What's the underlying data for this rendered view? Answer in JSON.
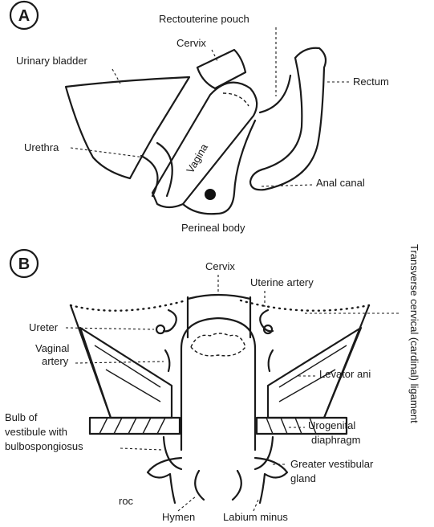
{
  "panel_a": {
    "letter": "A",
    "labels": {
      "rectouterine_pouch": "Rectouterine pouch",
      "cervix": "Cervix",
      "urinary_bladder": "Urinary bladder",
      "rectum": "Rectum",
      "urethra": "Urethra",
      "vagina": "Vagina",
      "anal_canal": "Anal canal",
      "perineal_body": "Perineal body"
    }
  },
  "panel_b": {
    "letter": "B",
    "labels": {
      "cervix": "Cervix",
      "uterine_artery": "Uterine artery",
      "ureter": "Ureter",
      "vaginal_artery_line1": "Vaginal",
      "vaginal_artery_line2": "artery",
      "levator_ani": "Levator ani",
      "bulb_line1": "Bulb of",
      "bulb_line2": "vestibule with",
      "bulb_line3": "bulbospongiosus",
      "urogenital_line1": "Urogenital",
      "urogenital_line2": "diaphragm",
      "greater_line1": "Greater vestibular",
      "greater_line2": "gland",
      "hymen": "Hymen",
      "labium_minus": "Labium minus",
      "side_label": "Transverse cervical (cardinal) ligament",
      "stray_mark": "roc"
    }
  }
}
